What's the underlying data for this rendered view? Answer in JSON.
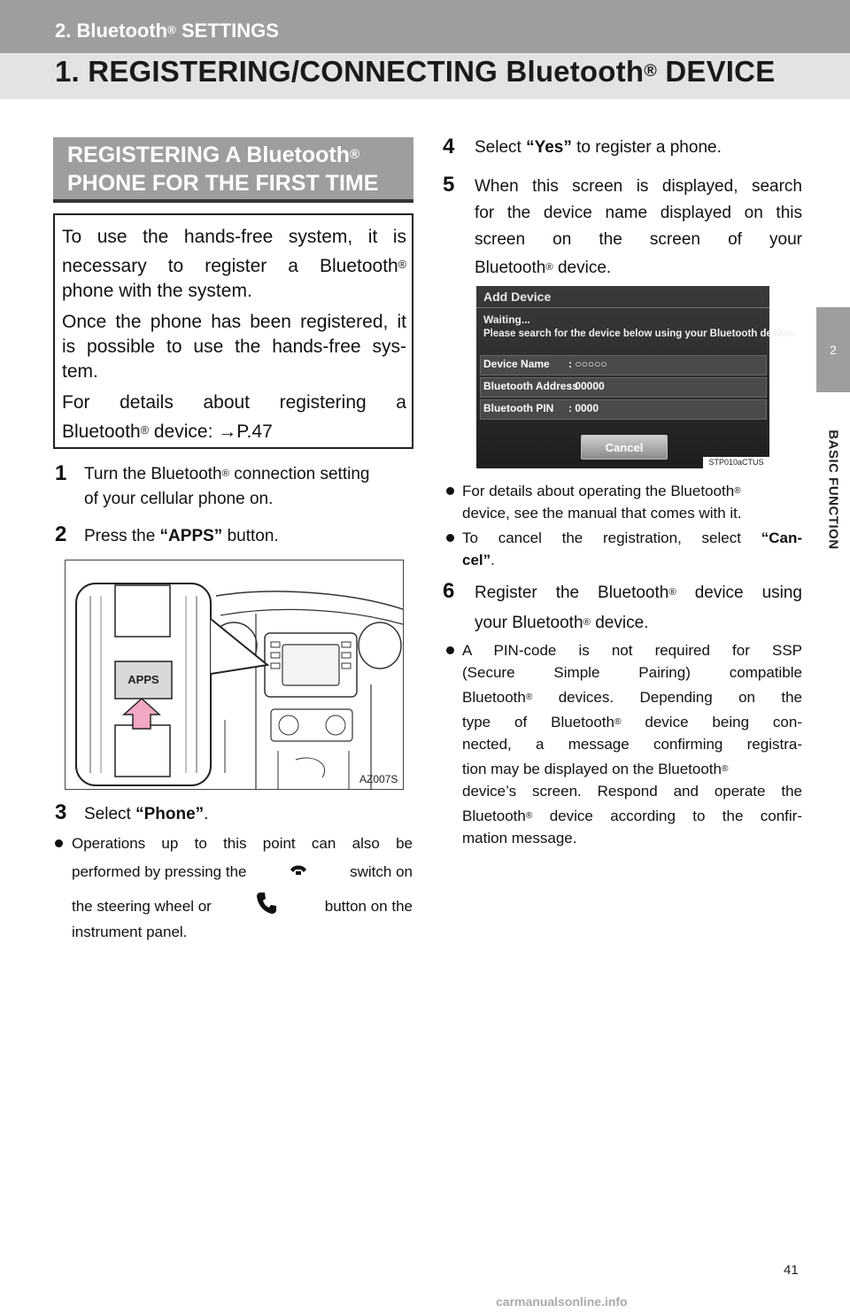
{
  "header": {
    "chapter_pre": "2. Bluetooth",
    "chapter_post": " SETTINGS",
    "title_pre": "1. REGISTERING/CONNECTING Bluetooth",
    "title_post": " DEVICE",
    "reg": "®"
  },
  "side_tab": {
    "number": "2",
    "label": "BASIC FUNCTION"
  },
  "section": {
    "line1_pre": "REGISTERING A Bluetooth",
    "line2": "PHONE FOR THE FIRST TIME"
  },
  "intro": {
    "p1a": "To use the hands-free system, it is",
    "p1b_pre": "necessary to register a Bluetooth",
    "p1c": "phone with the system.",
    "p2a": "Once the phone has been registered, it",
    "p2b": "is possible to use the hands-free sys-",
    "p2c": "tem.",
    "p3a": "For details about registering a",
    "p3b_pre": "Bluetooth",
    "p3b_post": " device: ",
    "p3b_ref": "→P.47"
  },
  "steps": {
    "s1_num": "1",
    "s1a_pre": "Turn the Bluetooth",
    "s1a_post": " connection setting",
    "s1b": "of your cellular phone on.",
    "s2_num": "2",
    "s2_pre": "Press the ",
    "s2_kw": "“APPS”",
    "s2_post": " button.",
    "s3_num": "3",
    "s3_pre": "Select ",
    "s3_kw": "“Phone”",
    "s3_post": ".",
    "s4_num": "4",
    "s4_pre": "Select ",
    "s4_kw": "“Yes”",
    "s4_post": " to register a phone.",
    "s5_num": "5",
    "s5a": "When this screen is displayed, search",
    "s5b": "for the device name displayed on this",
    "s5c": "screen on the screen of your",
    "s5d_pre": "Bluetooth",
    "s5d_post": " device.",
    "s6_num": "6",
    "s6a_pre": "Register the Bluetooth",
    "s6a_post": " device using",
    "s6b_pre": "your Bluetooth",
    "s6b_post": " device."
  },
  "bullets": {
    "b3a": "Operations up to this point can also be",
    "b3b_pre": "performed by pressing the",
    "b3b_post": "switch on",
    "b3c_pre": "the steering wheel or",
    "b3c_post": "button on the",
    "b3d": "instrument panel.",
    "b5a_pre": "For details about operating the Bluetooth",
    "b5b": "device, see the manual that comes with it.",
    "b5c_pre": "To cancel the registration, select ",
    "b5c_kw": "“Can-",
    "b5d_kw": "cel”",
    "b5d_post": ".",
    "b6a": "A PIN-code is not required for SSP",
    "b6b": "(Secure Simple Pairing) compatible",
    "b6c_pre": "Bluetooth",
    "b6c_post": " devices. Depending on the",
    "b6d_pre": "type of Bluetooth",
    "b6d_post": " device being con-",
    "b6e": "nected, a message confirming registra-",
    "b6f_pre": "tion may be displayed on the Bluetooth",
    "b6g": "device’s screen. Respond and operate the",
    "b6h_pre": "Bluetooth",
    "b6h_post": " device according to the confir-",
    "b6i": "mation message."
  },
  "figure1": {
    "button_label": "APPS",
    "code": "AZ007S"
  },
  "figure2": {
    "title": "Add Device",
    "waiting": "Waiting...",
    "instruction": "Please search for the device below using your Bluetooth device.",
    "rows": [
      {
        "label": "Device Name",
        "value": ": ○○○○○"
      },
      {
        "label": "Bluetooth Address",
        "value": ": 00000"
      },
      {
        "label": "Bluetooth PIN",
        "value": ": 0000"
      }
    ],
    "cancel": "Cancel",
    "code": "STP010aCTUS"
  },
  "footer": {
    "page": "41",
    "watermark": "carmanualsonline.info"
  }
}
